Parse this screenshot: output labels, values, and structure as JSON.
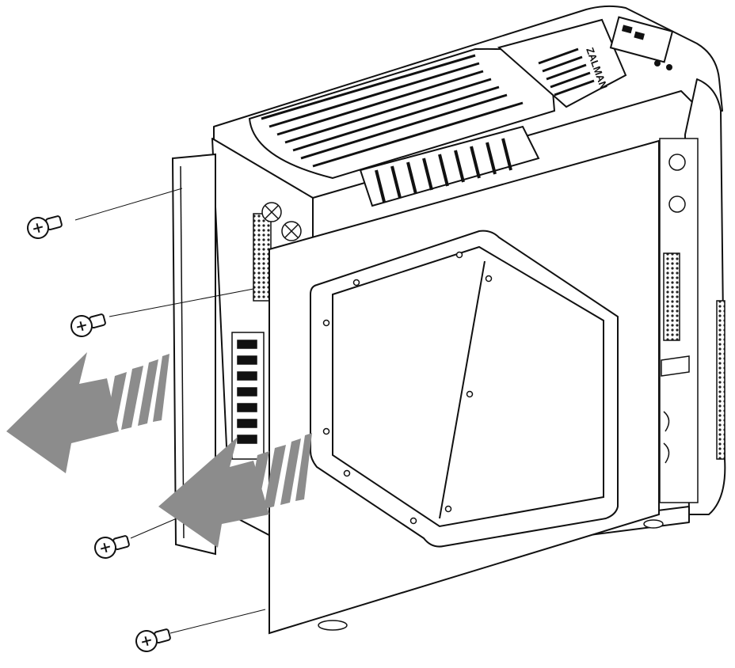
{
  "figure": {
    "case_logo_text": "ZALMAN",
    "colors": {
      "line": "#111111",
      "panel_fill": "#ffffff",
      "arrow_fill": "#8c8c8c",
      "vent_fill": "#222222",
      "shade_fill": "#d9d9d9"
    },
    "screws": [
      "thumbscrew-icon",
      "thumbscrew-icon",
      "thumbscrew-icon",
      "thumbscrew-icon"
    ],
    "arrows": [
      "removal-direction-arrow",
      "removal-direction-arrow"
    ]
  }
}
